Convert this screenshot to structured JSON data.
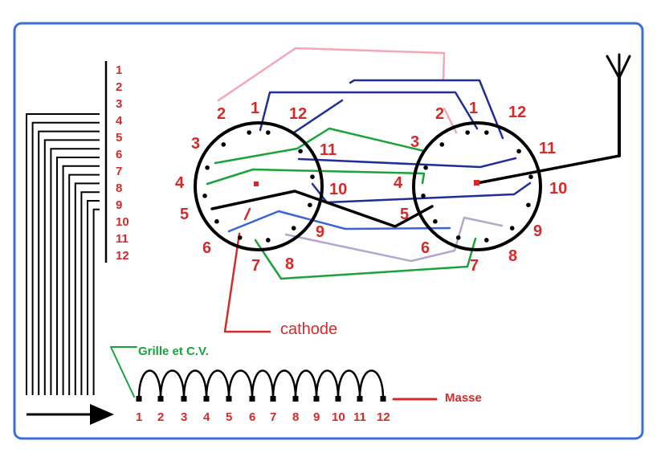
{
  "left_scale": [
    "1",
    "2",
    "3",
    "4",
    "5",
    "6",
    "7",
    "8",
    "9",
    "10",
    "11",
    "12"
  ],
  "left_tube_pins": [
    "1",
    "2",
    "3",
    "4",
    "5",
    "6",
    "7",
    "8",
    "9",
    "10",
    "11",
    "12"
  ],
  "right_tube_pins": [
    "1",
    "2",
    "3",
    "4",
    "5",
    "6",
    "7",
    "8",
    "9",
    "10",
    "11",
    "12"
  ],
  "coil_taps": [
    "1",
    "2",
    "3",
    "4",
    "5",
    "6",
    "7",
    "8",
    "9",
    "10",
    "11",
    "12"
  ],
  "labels": {
    "cathode": "cathode",
    "grille": "Grille et C.V.",
    "masse": "Masse"
  },
  "colors": {
    "frame": "#3b6fd8",
    "label_red": "#d52a2a",
    "label_green": "#1aa33a",
    "wire_pink": "#f4a6b4",
    "wire_navy": "#1f2f96",
    "wire_green": "#1aa33a",
    "wire_black": "#000000",
    "wire_blue": "#3a64d6",
    "wire_lavender": "#b4a6cc",
    "wire_red": "#d52a2a"
  },
  "icons": {
    "antenna": "antenna-icon",
    "arrow": "arrow-right-icon"
  }
}
